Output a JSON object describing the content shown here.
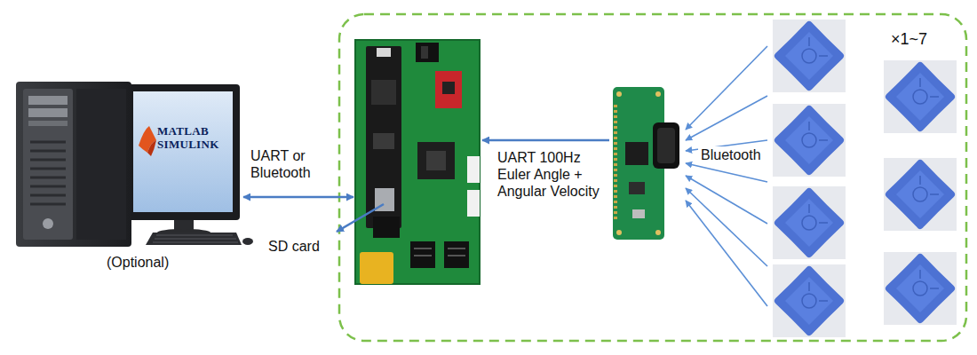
{
  "diagram": {
    "nodes": [
      {
        "text": [
          "MATLAB SIMULINK",
          "(Optional)"
        ]
      }
    ],
    "labels": [
      "UART or Bluetooth",
      "SD card",
      "UART 100Hz Euler Angle + Angular Velocity",
      "Bluetooth",
      "×1~7"
    ]
  }
}
